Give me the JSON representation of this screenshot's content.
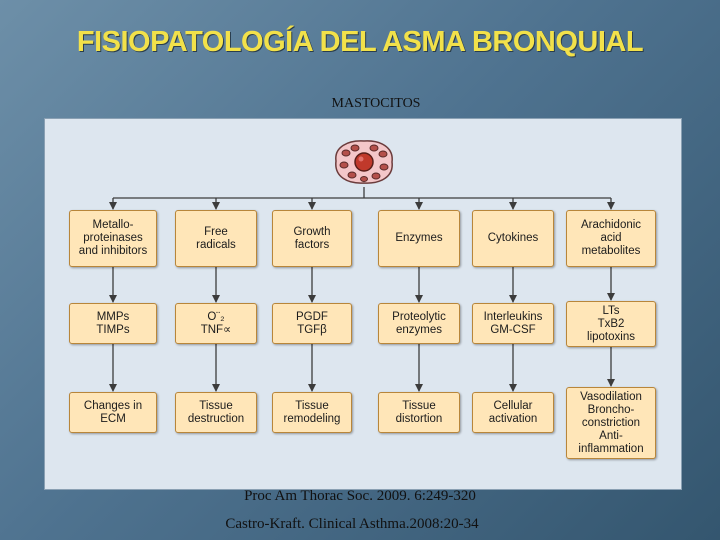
{
  "header": {
    "title": "FISIOPATOLOGÍA DEL ASMA BRONQUIAL",
    "subtitle": "MASTOCITOS"
  },
  "diagram": {
    "source_cell": "mast-cell-icon",
    "columns": [
      {
        "row1": "Metallo-\nproteinases\nand inhibitors",
        "row2": "MMPs\nTIMPs",
        "row3": "Changes in\nECM"
      },
      {
        "row1": "Free\nradicals",
        "row2": "O¨₂\nTNF∝",
        "row3": "Tissue\ndestruction"
      },
      {
        "row1": "Growth\nfactors",
        "row2": "PGDF\nTGFβ",
        "row3": "Tissue\nremodeling"
      },
      {
        "row1": "Enzymes",
        "row2": "Proteolytic\nenzymes",
        "row3": "Tissue\ndistortion"
      },
      {
        "row1": "Cytokines",
        "row2": "Interleukins\nGM-CSF",
        "row3": "Cellular\nactivation"
      },
      {
        "row1": "Arachidonic\nacid\nmetabolites",
        "row2": "LTs\nTxB2\nlipotoxins",
        "row3": "Vasodilation\nBroncho-\nconstriction\nAnti-\ninflammation"
      }
    ],
    "colors": {
      "box_fill": "#ffe6b8",
      "box_border": "#b8863a",
      "arrow": "#3c3c3c",
      "title": "#f2e14a"
    }
  },
  "references": {
    "line1": "Proc Am Thorac Soc. 2009. 6:249-320",
    "line2": "Castro-Kraft. Clinical  Asthma.2008:20-34"
  }
}
